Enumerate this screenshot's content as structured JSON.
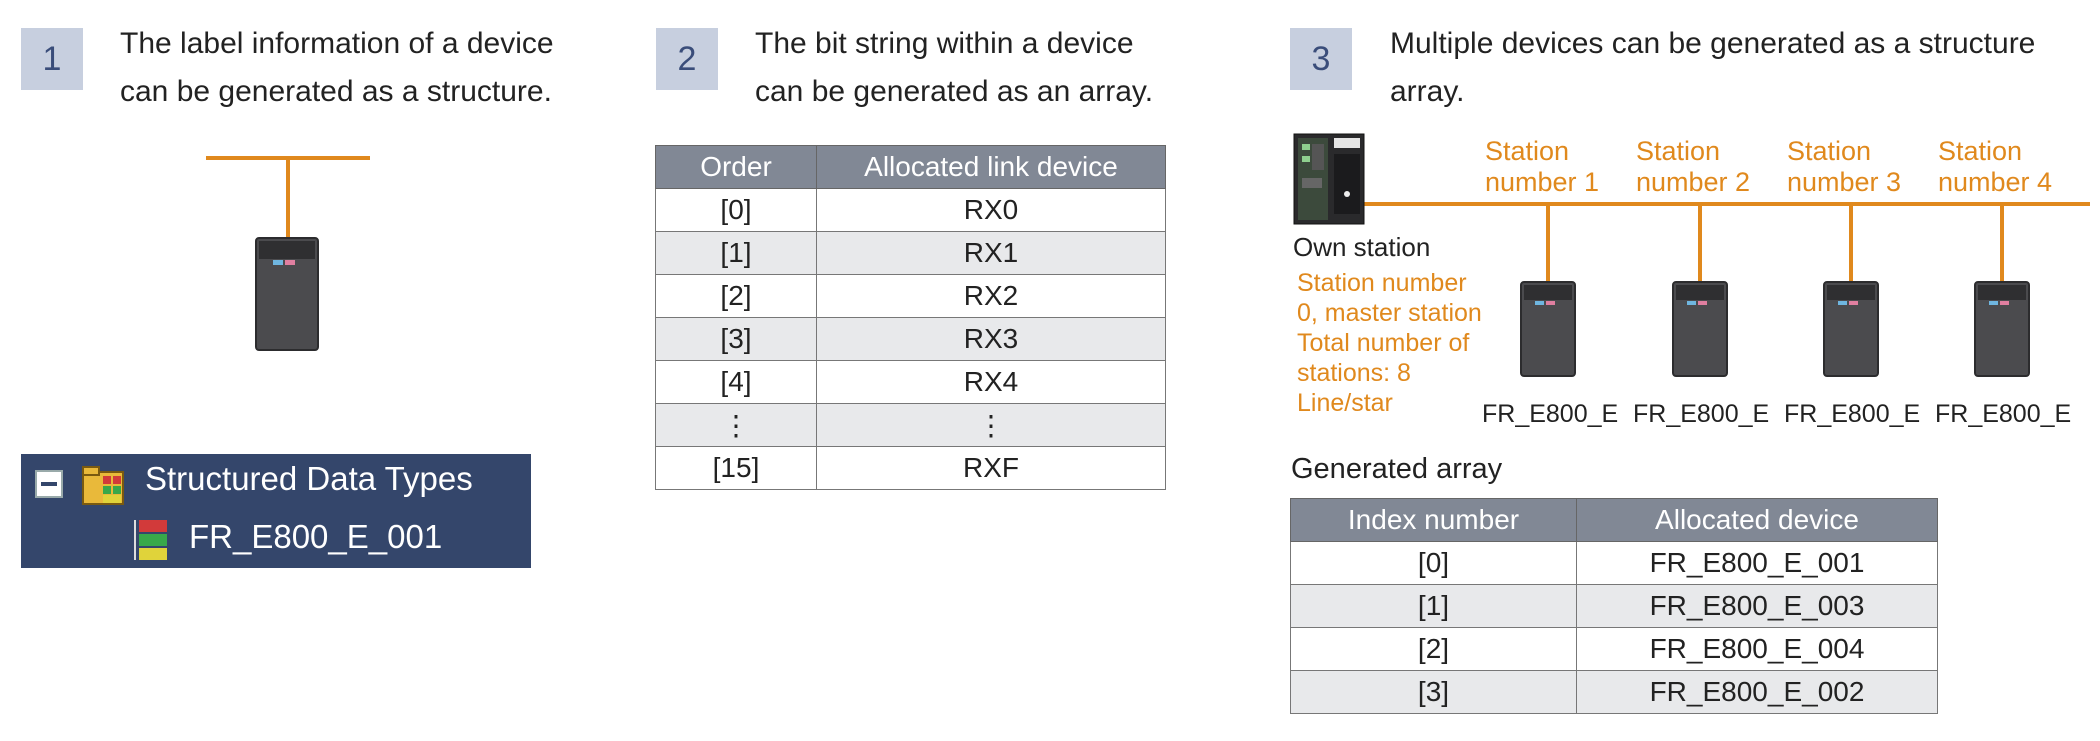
{
  "panel1": {
    "number": "1",
    "line1": "The label information of a device",
    "line2": "can be generated as a structure.",
    "tree": {
      "root_label": "Structured Data Types",
      "child_label": "FR_E800_E_001"
    }
  },
  "panel2": {
    "number": "2",
    "line1": "The bit string within a device",
    "line2": "can be generated as an array.",
    "table": {
      "headers": [
        "Order",
        "Allocated link device"
      ],
      "rows": [
        [
          "[0]",
          "RX0"
        ],
        [
          "[1]",
          "RX1"
        ],
        [
          "[2]",
          "RX2"
        ],
        [
          "[3]",
          "RX3"
        ],
        [
          "[4]",
          "RX4"
        ],
        [
          "⋮",
          "⋮"
        ],
        [
          "[15]",
          "RXF"
        ]
      ]
    }
  },
  "panel3": {
    "number": "3",
    "line1": "Multiple devices can be generated as a structure",
    "line2": "array.",
    "own_station": "Own station",
    "own_station_info": [
      "Station number",
      "0, master station",
      "Total number of",
      "stations: 8",
      "Line/star"
    ],
    "stations": [
      {
        "line1": "Station",
        "line2": "number 1",
        "model": "FR_E800_E"
      },
      {
        "line1": "Station",
        "line2": "number 2",
        "model": "FR_E800_E"
      },
      {
        "line1": "Station",
        "line2": "number 3",
        "model": "FR_E800_E"
      },
      {
        "line1": "Station",
        "line2": "number 4",
        "model": "FR_E800_E"
      }
    ],
    "generated_title": "Generated array",
    "table": {
      "headers": [
        "Index number",
        "Allocated device"
      ],
      "rows": [
        [
          "[0]",
          "FR_E800_E_001"
        ],
        [
          "[1]",
          "FR_E800_E_003"
        ],
        [
          "[2]",
          "FR_E800_E_004"
        ],
        [
          "[3]",
          "FR_E800_E_002"
        ]
      ]
    }
  },
  "colors": {
    "network_line": "#e0891d",
    "badge_bg": "#c7cfdf",
    "badge_text": "#3a4d7a",
    "table_header": "#818895",
    "tree_bg": "#34466b"
  }
}
